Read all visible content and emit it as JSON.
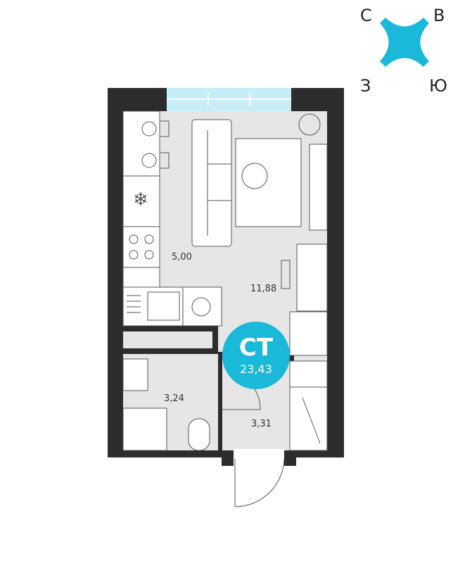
{
  "compass": {
    "north": "С",
    "east": "В",
    "west": "З",
    "south": "Ю"
  },
  "badge": {
    "type": "СТ",
    "total_area": "23,43"
  },
  "rooms": [
    {
      "name": "kitchen",
      "area": "5,00"
    },
    {
      "name": "living-room",
      "area": "11,88"
    },
    {
      "name": "bathroom",
      "area": "3,24"
    },
    {
      "name": "hallway",
      "area": "3,31"
    }
  ],
  "colors": {
    "accent": "#1ab9d9",
    "wall": "#2c2c2c",
    "floor": "#e6e6e6",
    "window": "#c5eef7"
  }
}
